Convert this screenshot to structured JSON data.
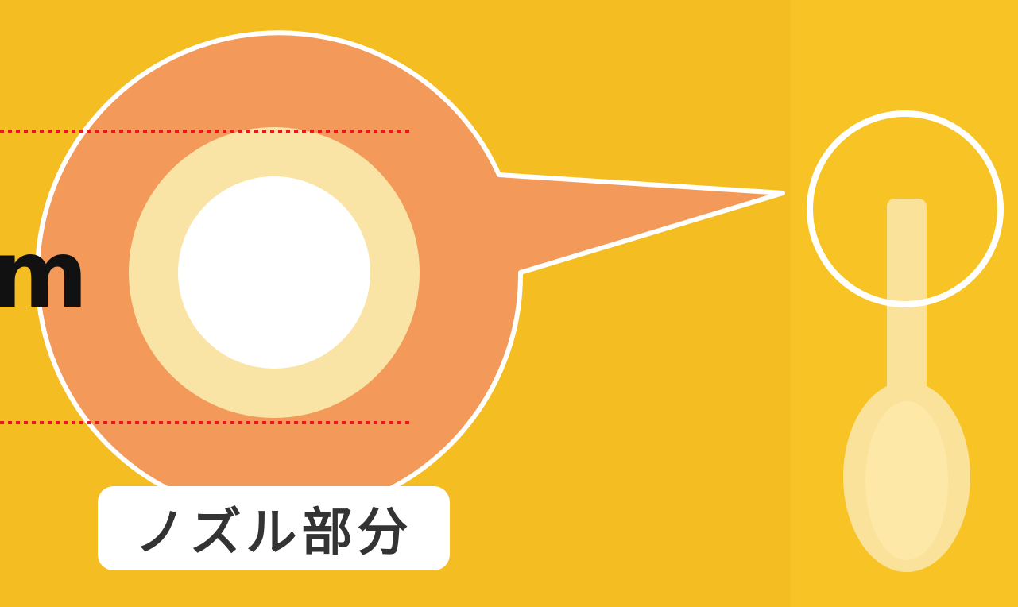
{
  "colors": {
    "background_left": "#f4bd22",
    "background_right": "#f7c325",
    "bubble_fill": "#f39a5a",
    "bubble_outline": "#ffffff",
    "ring_fill": "#f9e4a6",
    "hole_fill": "#ffffff",
    "guide_line": "#e31b1b",
    "spoon_fill": "#fbe29a",
    "spoon_inner": "#fde8a8",
    "highlight_circle": "#ffffff",
    "label_background": "#ffffff",
    "label_text": "#333333",
    "unit_text": "#111111"
  },
  "partial_unit_text": "m",
  "nozzle_label": "ノズル部分",
  "icons": {
    "spoon": "dispensing-spoon-icon",
    "magnifier": "highlight-circle"
  }
}
